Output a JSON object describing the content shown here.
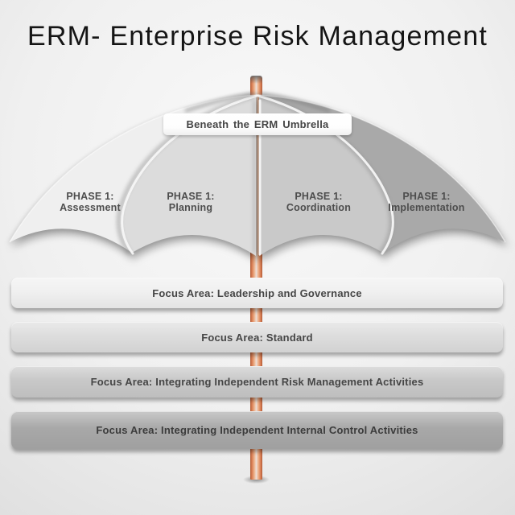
{
  "title": "ERM- Enterprise Risk Management",
  "umbrella": {
    "banner": "Beneath the ERM Umbrella",
    "segments": [
      {
        "phase": "PHASE 1:",
        "name": "Assessment",
        "color": "#efefef"
      },
      {
        "phase": "PHASE 1:",
        "name": "Planning",
        "color": "#dcdcdc"
      },
      {
        "phase": "PHASE 1:",
        "name": "Coordination",
        "color": "#c9c9c9"
      },
      {
        "phase": "PHASE 1:",
        "name": "Implementation",
        "color": "#a9a9a9"
      }
    ],
    "pole_color": "#dd8257"
  },
  "focus_areas": [
    {
      "label": "Focus Area: Leadership and Governance",
      "color": "#f0f0f0"
    },
    {
      "label": "Focus Area: Standard",
      "color": "#dddddd"
    },
    {
      "label": "Focus Area: Integrating Independent Risk Management Activities",
      "color": "#c8c8c8"
    },
    {
      "label": "Focus Area: Integrating Independent Internal Control Activities",
      "color": "#a8a8a8"
    }
  ]
}
